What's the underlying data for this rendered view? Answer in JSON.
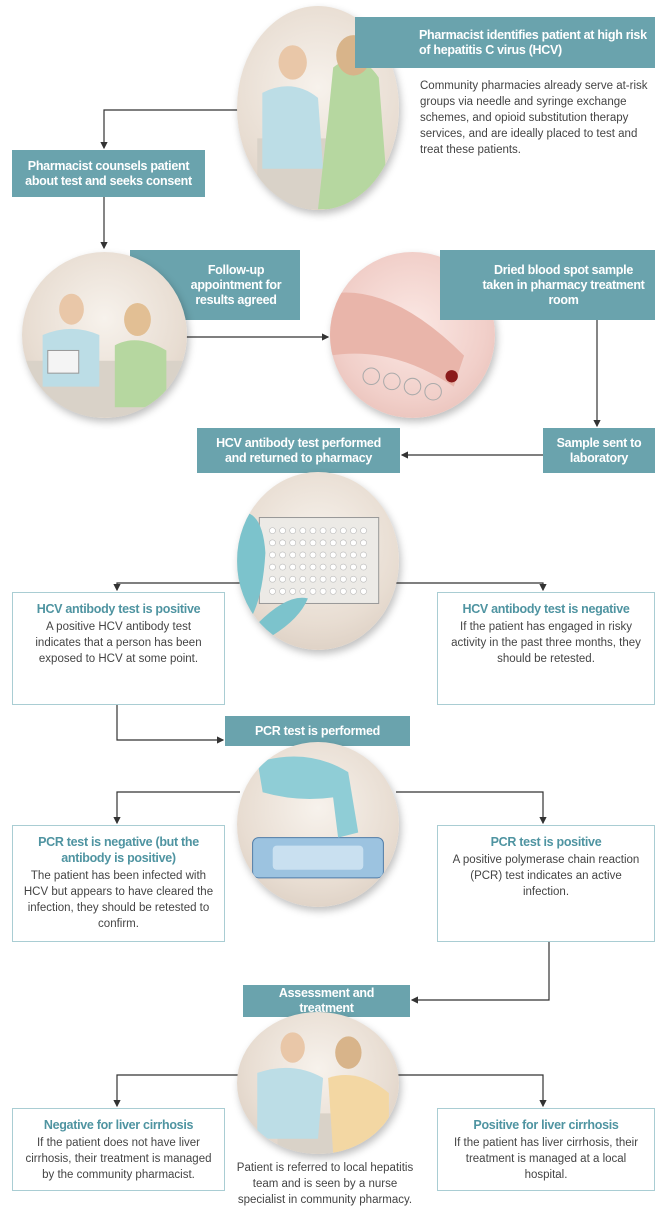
{
  "steps": {
    "identify": {
      "title": "Pharmacist identifies patient at high risk of hepatitis C virus (HCV)",
      "body": "Community pharmacies already serve at-risk groups via needle and syringe exchange schemes, and opioid substitution therapy services, and are ideally placed to test and treat these patients."
    },
    "counsel": {
      "title": "Pharmacist counsels patient about test and seeks consent"
    },
    "followup": {
      "title": "Follow-up appointment for results agreed"
    },
    "sample": {
      "title": "Dried blood spot sample taken in pharmacy treatment room"
    },
    "lab": {
      "title": "Sample sent to laboratory"
    },
    "antibody_test": {
      "title": "HCV antibody test performed and returned to pharmacy"
    },
    "antibody_positive": {
      "title": "HCV antibody test is positive",
      "body": "A positive HCV antibody test indicates that a person has been exposed to HCV at some point."
    },
    "antibody_negative": {
      "title": "HCV antibody test is negative",
      "body": "If the patient has engaged in risky activity in the past three months, they should be retested."
    },
    "pcr": {
      "title": "PCR test is performed"
    },
    "pcr_negative": {
      "title": "PCR test is negative (but the antibody is positive)",
      "body": "The patient has been infected with HCV but appears to have cleared the infection, they should be retested to confirm."
    },
    "pcr_positive": {
      "title": "PCR test is positive",
      "body": "A positive polymerase chain reaction (PCR) test indicates an active infection."
    },
    "assessment": {
      "title": "Assessment and treatment"
    },
    "cirrhosis_negative": {
      "title": "Negative for liver cirrhosis",
      "body": "If the patient does not have liver cirrhosis, their treatment is managed by the community pharmacist."
    },
    "cirrhosis_positive": {
      "title": "Positive for liver cirrhosis",
      "body": "If the patient has liver cirrhosis, their treatment is managed at a local hospital."
    },
    "referral": {
      "body": "Patient is referred to local hepatitis team and is seen by a nurse specialist in community pharmacy."
    }
  },
  "colors": {
    "accent": "#6aa3ad",
    "title_text": "#4f94a1",
    "box_border": "#a9cdd3"
  }
}
